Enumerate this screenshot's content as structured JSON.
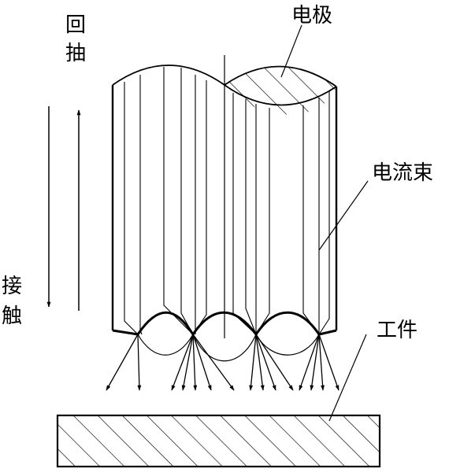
{
  "labels": {
    "electrode": "电极",
    "current_beam": "电流束",
    "workpiece": "工件",
    "retract": [
      "回",
      "抽"
    ],
    "contact": [
      "接",
      "触"
    ]
  },
  "colors": {
    "stroke": "#000000",
    "background": "#ffffff"
  }
}
